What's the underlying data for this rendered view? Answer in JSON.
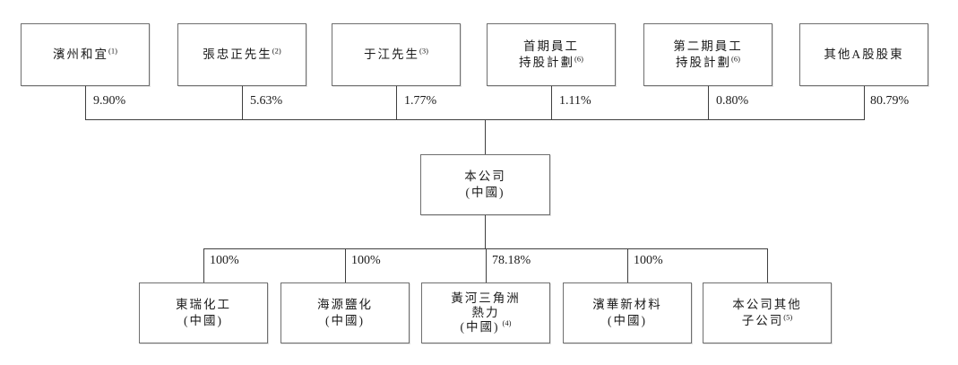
{
  "diagram": {
    "shareholders": [
      {
        "line1": "濱州和宜",
        "sup": "(1)",
        "percent": "9.90%"
      },
      {
        "line1": "張忠正先生",
        "sup": "(2)",
        "percent": "5.63%"
      },
      {
        "line1": "于江先生",
        "sup": "(3)",
        "percent": "1.77%"
      },
      {
        "line1": "首期員工",
        "line2": "持股計劃",
        "sup": "(6)",
        "percent": "1.11%"
      },
      {
        "line1": "第二期員工",
        "line2": "持股計劃",
        "sup": "(6)",
        "percent": "0.80%"
      },
      {
        "line1": "其他A股股東",
        "percent": "80.79%"
      }
    ],
    "company": {
      "line1": "本公司",
      "line2": "(中國)"
    },
    "subsidiaries": [
      {
        "line1": "東瑞化工",
        "line2": "(中國)",
        "percent": "100%"
      },
      {
        "line1": "海源鹽化",
        "line2": "(中國)",
        "percent": "100%"
      },
      {
        "line1": "黃河三角洲",
        "line2": "熱力",
        "line3": "(中國)",
        "sup": "(4)",
        "percent": "78.18%"
      },
      {
        "line1": "濱華新材料",
        "line2": "(中國)",
        "percent": "100%"
      },
      {
        "line1": "本公司其他",
        "line2": "子公司",
        "sup": "(5)"
      }
    ],
    "colors": {
      "line": "#3f3f3f",
      "border": "#6f6f6f",
      "text": "#1a1a1a",
      "background": "#ffffff"
    }
  }
}
